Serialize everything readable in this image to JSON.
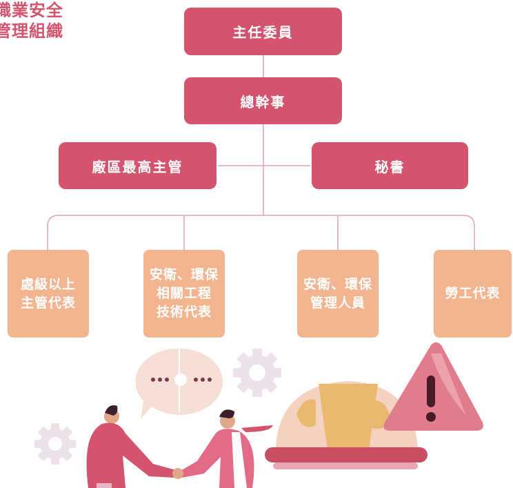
{
  "title": {
    "line1": "職業安全",
    "line2": "管理組織"
  },
  "chart": {
    "top": {
      "label": "主任委員"
    },
    "second": {
      "label": "總幹事"
    },
    "left": {
      "label": "廠區最高主管"
    },
    "right": {
      "label": "秘書"
    },
    "members": [
      {
        "lines": [
          "處級以上",
          "主管代表"
        ]
      },
      {
        "lines": [
          "安衛、環保",
          "相關工程",
          "技術代表"
        ]
      },
      {
        "lines": [
          "安衛、環保",
          "管理人員"
        ]
      },
      {
        "lines": [
          "勞工代表"
        ]
      }
    ]
  },
  "colors": {
    "primary": "#d4546e",
    "secondary": "#f2b590",
    "connector": "#e3a2b0"
  },
  "illustration": {
    "icons": [
      "gear-icon",
      "speech-bubble-icon",
      "gear-icon",
      "hard-hat-icon",
      "warning-icon",
      "handshake-icon"
    ]
  }
}
